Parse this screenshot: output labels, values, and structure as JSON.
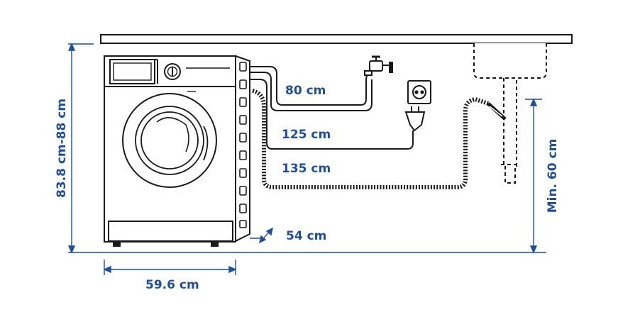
{
  "colors": {
    "dimension": "#1f4f9c",
    "line": "#1a1a1a",
    "fill": "#ffffff",
    "shade": "#f2f2f2"
  },
  "labels": {
    "hose_tap": "80 cm",
    "power_cable": "125 cm",
    "drain_hose": "135 cm",
    "depth": "54 cm",
    "height": "83.8 cm-88 cm",
    "width": "59.6 cm",
    "drain_min_height": "Min. 60 cm"
  },
  "icons": {
    "machine": "washing-machine-icon",
    "tap": "water-tap-icon",
    "socket": "power-socket-icon",
    "plug": "power-plug-icon",
    "sink": "sink-icon",
    "drain": "drain-pipe-icon"
  }
}
